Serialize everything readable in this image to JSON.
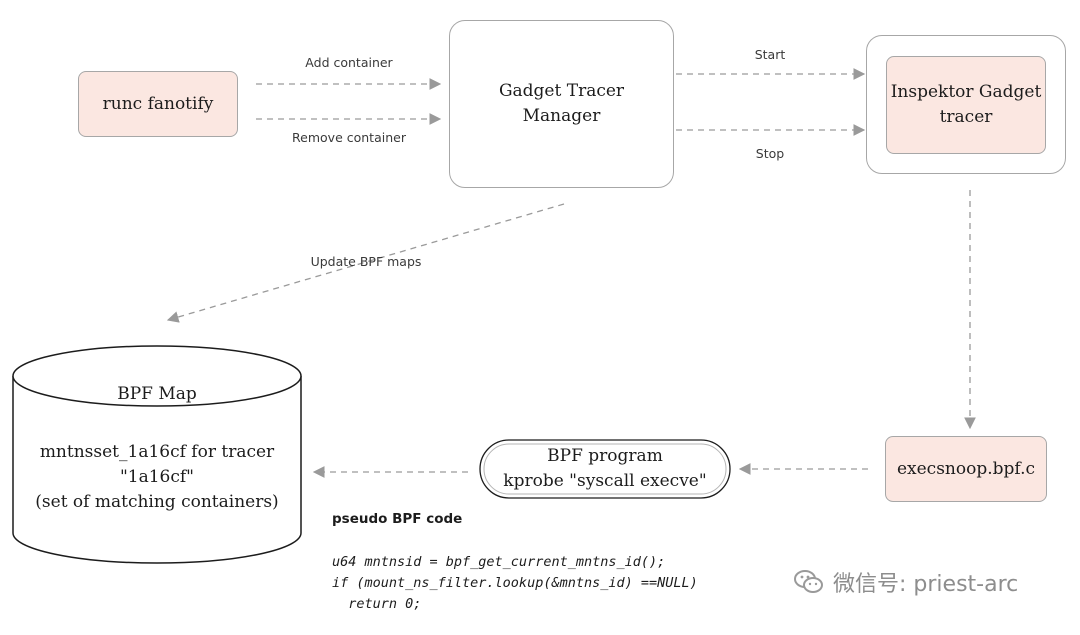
{
  "nodes": {
    "runc": "runc fanotify",
    "manager": [
      "Gadget Tracer",
      "Manager"
    ],
    "tracer": [
      "Inspektor Gadget",
      "tracer"
    ],
    "execsnoop": "execsnoop.bpf.c",
    "program": [
      "BPF program",
      "kprobe \"syscall execve\""
    ],
    "map_title": "BPF Map",
    "map_body": [
      "mntnsset_1a16cf for tracer \"1a16cf\"",
      "(set of matching containers)"
    ]
  },
  "edges": {
    "add": "Add container",
    "remove": "Remove container",
    "start": "Start",
    "stop": "Stop",
    "update": "Update BPF maps"
  },
  "code": {
    "title": "pseudo BPF code",
    "lines": [
      "u64 mntnsid = bpf_get_current_mntns_id();",
      "if (mount_ns_filter.lookup(&mntns_id) ==NULL)",
      "  return 0;"
    ]
  },
  "watermark": "微信号: priest-arc",
  "colors": {
    "node_fill": "#fbe7e1",
    "border": "#a7a7a7",
    "arrow": "#9a9a9a"
  }
}
